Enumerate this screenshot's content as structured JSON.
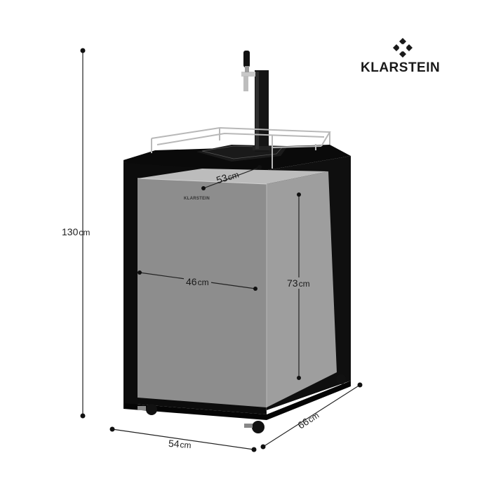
{
  "brand": {
    "name": "KLARSTEIN",
    "logo_icon": "klarstein-logo-icon"
  },
  "front_brand": "KLARSTEIN",
  "dimensions": {
    "height_total": {
      "value": "130",
      "unit": "cm"
    },
    "depth_inner": {
      "value": "53",
      "unit": "cm"
    },
    "width_inner": {
      "value": "46",
      "unit": "cm"
    },
    "height_inner": {
      "value": "73",
      "unit": "cm"
    },
    "width_outer": {
      "value": "54",
      "unit": "cm"
    },
    "depth_outer": {
      "value": "66",
      "unit": "cm"
    }
  },
  "colors": {
    "cabinet": "#0d0d0d",
    "inner_front": "#8e8e8e",
    "inner_side": "#a3a3a3",
    "inner_top": "#bdbdbd",
    "rail": "#b5b5b5",
    "dimension_line": "#222222"
  }
}
